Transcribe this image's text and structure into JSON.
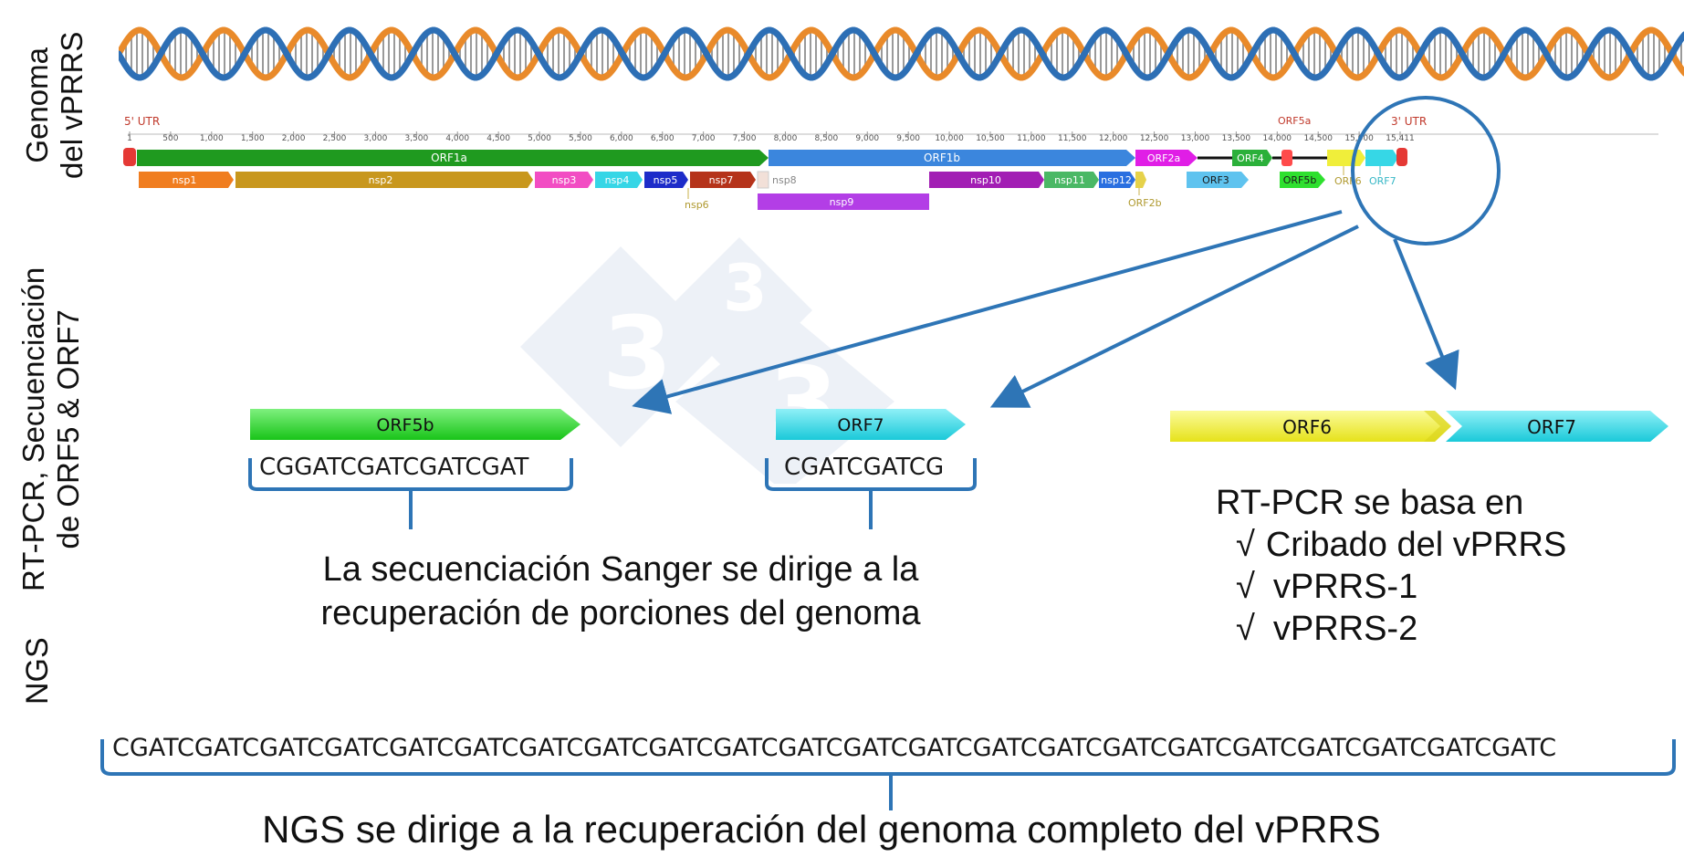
{
  "section_labels": {
    "genome": [
      "Genoma",
      "del vPRRS"
    ],
    "sanger": [
      "RT-PCR, Secuenciación",
      "de ORF5 & ORF7"
    ],
    "ngs": [
      "NGS"
    ]
  },
  "genome_map": {
    "utr5": "5' UTR",
    "utr3": "3' UTR",
    "ticks": [
      "1",
      "500",
      "1,000",
      "1,500",
      "2,000",
      "2,500",
      "3,000",
      "3,500",
      "4,000",
      "4,500",
      "5,000",
      "5,500",
      "6,000",
      "6,500",
      "7,000",
      "7,500",
      "8,000",
      "8,500",
      "9,000",
      "9,500",
      "10,000",
      "10,500",
      "11,000",
      "11,500",
      "12,000",
      "12,500",
      "13,000",
      "13,500",
      "14,000",
      "14,500",
      "15,000",
      "15,411"
    ],
    "orfs": [
      {
        "label": "ORF1a",
        "color": "#23a424"
      },
      {
        "label": "ORF1b",
        "color": "#4a90e2"
      },
      {
        "label": "ORF2a",
        "color": "#e01ee6"
      },
      {
        "label": "ORF4",
        "color": "#2bc13a"
      },
      {
        "label": "ORF5a",
        "color": "#ff4b4b"
      },
      {
        "label": "ORF3",
        "color": "#5fc3ef"
      },
      {
        "label": "ORF5b",
        "color": "#2ee02e"
      },
      {
        "label": "ORF6",
        "color": "#f0ee3a"
      },
      {
        "label": "ORF7",
        "color": "#36d7e6"
      },
      {
        "label": "ORF2b",
        "color": "#e6d24a"
      }
    ],
    "nsps": [
      {
        "label": "nsp1",
        "color": "#f07d1f"
      },
      {
        "label": "nsp2",
        "color": "#c8971d"
      },
      {
        "label": "nsp3",
        "color": "#f24dc3"
      },
      {
        "label": "nsp4",
        "color": "#36d6e6"
      },
      {
        "label": "nsp5",
        "color": "#1d2cc9"
      },
      {
        "label": "nsp6",
        "color": "#c9b24a"
      },
      {
        "label": "nsp7",
        "color": "#b5331a"
      },
      {
        "label": "nsp8",
        "color": "#f2e0d8"
      },
      {
        "label": "nsp9",
        "color": "#b33ee6"
      },
      {
        "label": "nsp10",
        "color": "#a21eb4"
      },
      {
        "label": "nsp11",
        "color": "#4ab865"
      },
      {
        "label": "nsp12",
        "color": "#2a6fe0"
      }
    ]
  },
  "sanger": {
    "orf5b_label": "ORF5b",
    "orf5b_seq": "CGGATCGATCGATCGAT",
    "orf7_label": "ORF7",
    "orf7_seq": "CGATCGATCG",
    "caption_line1": "La secuenciación Sanger se dirige a la",
    "caption_line2": "recuperación de porciones del genoma"
  },
  "rtpcr": {
    "orf6_label": "ORF6",
    "orf7_label": "ORF7",
    "heading": "RT-PCR se basa en",
    "check": "√",
    "items": [
      "Cribado del vPRRS",
      "vPRRS-1",
      "vPRRS-2"
    ]
  },
  "ngs": {
    "sequence": "CGATCGATCGATCGATCGATCGATCGATCGATCGATCGATCGATCGATCGATCGATCGATCGATCGATCGATCGATCGATCGATCGATC",
    "caption": "NGS se dirige a la recuperación del genoma completo del vPRRS"
  },
  "colors": {
    "bracket": "#2e75b6",
    "arrow": "#2e75b6",
    "helix_orange": "#e98a2a",
    "helix_blue": "#2d6fb5",
    "watermark": "#e8edf5"
  }
}
